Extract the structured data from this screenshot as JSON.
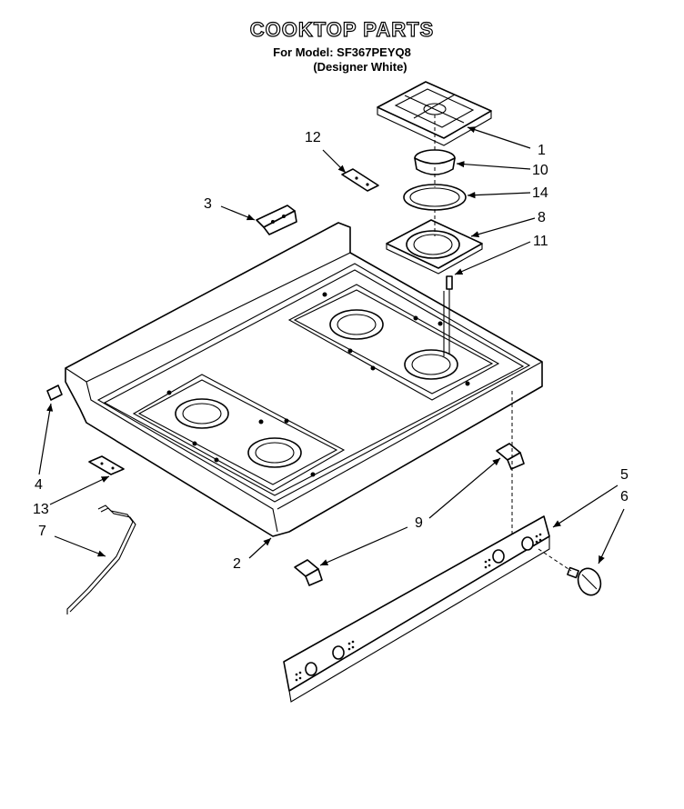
{
  "header": {
    "title": "COOKTOP PARTS",
    "model_line": "For Model: SF367PEYQ8",
    "color_line": "(Designer White)"
  },
  "callouts": [
    "1",
    "10",
    "14",
    "8",
    "11",
    "12",
    "3",
    "4",
    "13",
    "7",
    "2",
    "9",
    "5",
    "6"
  ]
}
